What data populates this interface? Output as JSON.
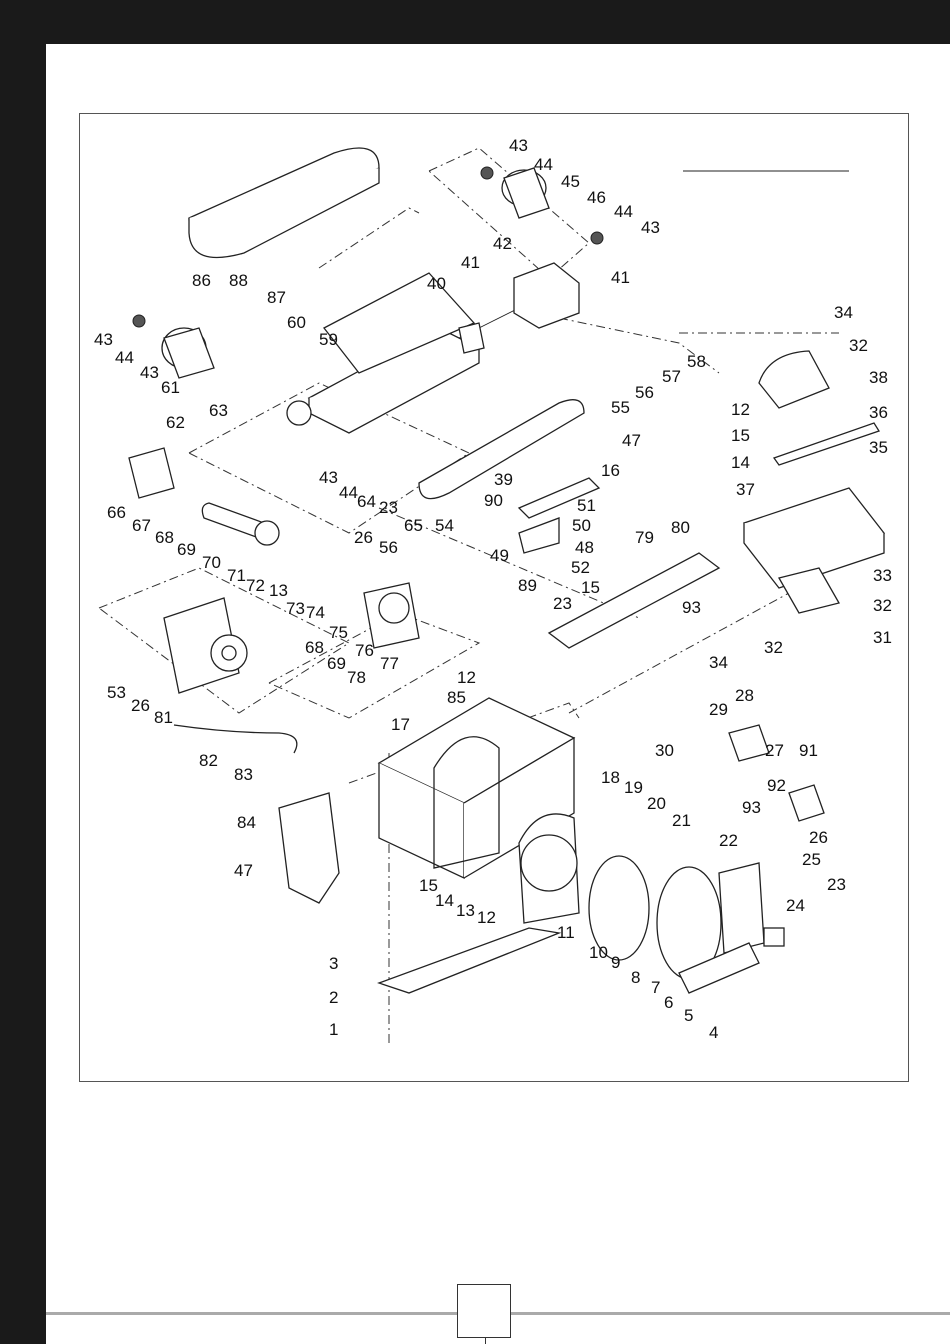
{
  "diagram": {
    "callouts": [
      "43",
      "44",
      "45",
      "46",
      "44",
      "43",
      "42",
      "41",
      "41",
      "86",
      "88",
      "40",
      "87",
      "60",
      "59",
      "58",
      "57",
      "56",
      "55",
      "43",
      "44",
      "43",
      "61",
      "62",
      "63",
      "34",
      "32",
      "38",
      "12",
      "15",
      "14",
      "37",
      "36",
      "35",
      "47",
      "16",
      "39",
      "43",
      "44",
      "64",
      "23",
      "65",
      "54",
      "90",
      "51",
      "50",
      "49",
      "48",
      "52",
      "89",
      "15",
      "23",
      "79",
      "80",
      "93",
      "66",
      "67",
      "68",
      "69",
      "70",
      "71",
      "72",
      "13",
      "73",
      "74",
      "26",
      "56",
      "75",
      "76",
      "77",
      "68",
      "69",
      "78",
      "33",
      "32",
      "31",
      "34",
      "32",
      "53",
      "26",
      "81",
      "12",
      "85",
      "82",
      "83",
      "17",
      "30",
      "29",
      "28",
      "27",
      "91",
      "18",
      "19",
      "20",
      "21",
      "84",
      "47",
      "15",
      "14",
      "13",
      "12",
      "11",
      "10",
      "9",
      "8",
      "7",
      "22",
      "92",
      "93",
      "26",
      "25",
      "23",
      "24",
      "3",
      "2",
      "1",
      "6",
      "5",
      "4"
    ]
  },
  "page_number": ""
}
